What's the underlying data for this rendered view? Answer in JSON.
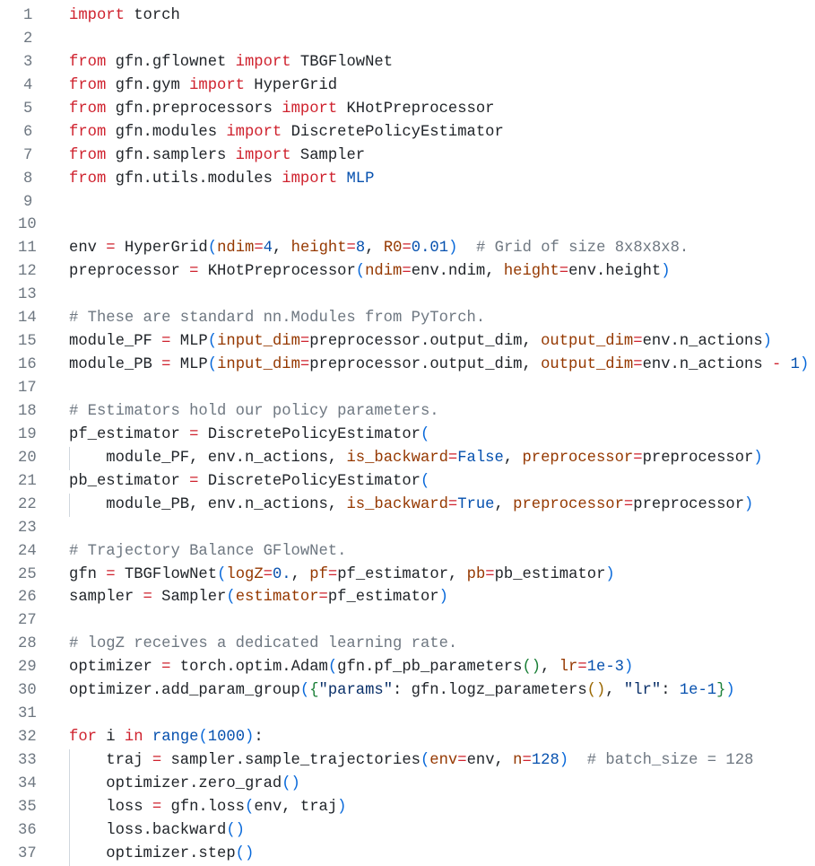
{
  "colors": {
    "keyword": "#cf222e",
    "param": "#953800",
    "number": "#0550ae",
    "comment": "#6e7781",
    "string": "#0a3069",
    "bracket1": "#0969da",
    "bracket2": "#1a7f37",
    "bracket3": "#9a6700"
  },
  "lines": [
    {
      "num": "1",
      "tokens": [
        [
          "kw",
          "import"
        ],
        [
          "n",
          " torch"
        ]
      ]
    },
    {
      "num": "2",
      "tokens": []
    },
    {
      "num": "3",
      "tokens": [
        [
          "kw",
          "from"
        ],
        [
          "n",
          " gfn.gflownet "
        ],
        [
          "kw",
          "import"
        ],
        [
          "n",
          " TBGFlowNet"
        ]
      ]
    },
    {
      "num": "4",
      "tokens": [
        [
          "kw",
          "from"
        ],
        [
          "n",
          " gfn.gym "
        ],
        [
          "kw",
          "import"
        ],
        [
          "n",
          " HyperGrid"
        ]
      ]
    },
    {
      "num": "5",
      "tokens": [
        [
          "kw",
          "from"
        ],
        [
          "n",
          " gfn.preprocessors "
        ],
        [
          "kw",
          "import"
        ],
        [
          "n",
          " KHotPreprocessor"
        ]
      ]
    },
    {
      "num": "6",
      "tokens": [
        [
          "kw",
          "from"
        ],
        [
          "n",
          " gfn.modules "
        ],
        [
          "kw",
          "import"
        ],
        [
          "n",
          " DiscretePolicyEstimator"
        ]
      ]
    },
    {
      "num": "7",
      "tokens": [
        [
          "kw",
          "from"
        ],
        [
          "n",
          " gfn.samplers "
        ],
        [
          "kw",
          "import"
        ],
        [
          "n",
          " Sampler"
        ]
      ]
    },
    {
      "num": "8",
      "tokens": [
        [
          "kw",
          "from"
        ],
        [
          "n",
          " gfn.utils.modules "
        ],
        [
          "kw",
          "import"
        ],
        [
          "n",
          " "
        ],
        [
          "num",
          "MLP"
        ]
      ]
    },
    {
      "num": "9",
      "tokens": []
    },
    {
      "num": "10",
      "tokens": []
    },
    {
      "num": "11",
      "tokens": [
        [
          "n",
          "env "
        ],
        [
          "op",
          "="
        ],
        [
          "n",
          " HyperGrid"
        ],
        [
          "b1",
          "("
        ],
        [
          "arg",
          "ndim"
        ],
        [
          "op",
          "="
        ],
        [
          "num",
          "4"
        ],
        [
          "n",
          ", "
        ],
        [
          "arg",
          "height"
        ],
        [
          "op",
          "="
        ],
        [
          "num",
          "8"
        ],
        [
          "n",
          ", "
        ],
        [
          "arg",
          "R0"
        ],
        [
          "op",
          "="
        ],
        [
          "num",
          "0.01"
        ],
        [
          "b1",
          ")"
        ],
        [
          "cm",
          "  # Grid of size 8x8x8x8."
        ]
      ]
    },
    {
      "num": "12",
      "tokens": [
        [
          "n",
          "preprocessor "
        ],
        [
          "op",
          "="
        ],
        [
          "n",
          " KHotPreprocessor"
        ],
        [
          "b1",
          "("
        ],
        [
          "arg",
          "ndim"
        ],
        [
          "op",
          "="
        ],
        [
          "n",
          "env.ndim, "
        ],
        [
          "arg",
          "height"
        ],
        [
          "op",
          "="
        ],
        [
          "n",
          "env.height"
        ],
        [
          "b1",
          ")"
        ]
      ]
    },
    {
      "num": "13",
      "tokens": []
    },
    {
      "num": "14",
      "tokens": [
        [
          "cm",
          "# These are standard nn.Modules from PyTorch."
        ]
      ]
    },
    {
      "num": "15",
      "tokens": [
        [
          "n",
          "module_PF "
        ],
        [
          "op",
          "="
        ],
        [
          "n",
          " MLP"
        ],
        [
          "b1",
          "("
        ],
        [
          "arg",
          "input_dim"
        ],
        [
          "op",
          "="
        ],
        [
          "n",
          "preprocessor.output_dim, "
        ],
        [
          "arg",
          "output_dim"
        ],
        [
          "op",
          "="
        ],
        [
          "n",
          "env.n_actions"
        ],
        [
          "b1",
          ")"
        ]
      ]
    },
    {
      "num": "16",
      "tokens": [
        [
          "n",
          "module_PB "
        ],
        [
          "op",
          "="
        ],
        [
          "n",
          " MLP"
        ],
        [
          "b1",
          "("
        ],
        [
          "arg",
          "input_dim"
        ],
        [
          "op",
          "="
        ],
        [
          "n",
          "preprocessor.output_dim, "
        ],
        [
          "arg",
          "output_dim"
        ],
        [
          "op",
          "="
        ],
        [
          "n",
          "env.n_actions "
        ],
        [
          "op",
          "-"
        ],
        [
          "n",
          " "
        ],
        [
          "num",
          "1"
        ],
        [
          "b1",
          ")"
        ]
      ]
    },
    {
      "num": "17",
      "tokens": []
    },
    {
      "num": "18",
      "tokens": [
        [
          "cm",
          "# Estimators hold our policy parameters."
        ]
      ]
    },
    {
      "num": "19",
      "tokens": [
        [
          "n",
          "pf_estimator "
        ],
        [
          "op",
          "="
        ],
        [
          "n",
          " DiscretePolicyEstimator"
        ],
        [
          "b1",
          "("
        ]
      ]
    },
    {
      "num": "20",
      "guide": true,
      "tokens": [
        [
          "n",
          "    module_PF, env.n_actions, "
        ],
        [
          "arg",
          "is_backward"
        ],
        [
          "op",
          "="
        ],
        [
          "num",
          "False"
        ],
        [
          "n",
          ", "
        ],
        [
          "arg",
          "preprocessor"
        ],
        [
          "op",
          "="
        ],
        [
          "n",
          "preprocessor"
        ],
        [
          "b1",
          ")"
        ]
      ]
    },
    {
      "num": "21",
      "tokens": [
        [
          "n",
          "pb_estimator "
        ],
        [
          "op",
          "="
        ],
        [
          "n",
          " DiscretePolicyEstimator"
        ],
        [
          "b1",
          "("
        ]
      ]
    },
    {
      "num": "22",
      "guide": true,
      "tokens": [
        [
          "n",
          "    module_PB, env.n_actions, "
        ],
        [
          "arg",
          "is_backward"
        ],
        [
          "op",
          "="
        ],
        [
          "num",
          "True"
        ],
        [
          "n",
          ", "
        ],
        [
          "arg",
          "preprocessor"
        ],
        [
          "op",
          "="
        ],
        [
          "n",
          "preprocessor"
        ],
        [
          "b1",
          ")"
        ]
      ]
    },
    {
      "num": "23",
      "tokens": []
    },
    {
      "num": "24",
      "tokens": [
        [
          "cm",
          "# Trajectory Balance GFlowNet."
        ]
      ]
    },
    {
      "num": "25",
      "tokens": [
        [
          "n",
          "gfn "
        ],
        [
          "op",
          "="
        ],
        [
          "n",
          " TBGFlowNet"
        ],
        [
          "b1",
          "("
        ],
        [
          "arg",
          "logZ"
        ],
        [
          "op",
          "="
        ],
        [
          "num",
          "0."
        ],
        [
          "n",
          ", "
        ],
        [
          "arg",
          "pf"
        ],
        [
          "op",
          "="
        ],
        [
          "n",
          "pf_estimator, "
        ],
        [
          "arg",
          "pb"
        ],
        [
          "op",
          "="
        ],
        [
          "n",
          "pb_estimator"
        ],
        [
          "b1",
          ")"
        ]
      ]
    },
    {
      "num": "26",
      "tokens": [
        [
          "n",
          "sampler "
        ],
        [
          "op",
          "="
        ],
        [
          "n",
          " Sampler"
        ],
        [
          "b1",
          "("
        ],
        [
          "arg",
          "estimator"
        ],
        [
          "op",
          "="
        ],
        [
          "n",
          "pf_estimator"
        ],
        [
          "b1",
          ")"
        ]
      ]
    },
    {
      "num": "27",
      "tokens": []
    },
    {
      "num": "28",
      "tokens": [
        [
          "cm",
          "# logZ receives a dedicated learning rate."
        ]
      ]
    },
    {
      "num": "29",
      "tokens": [
        [
          "n",
          "optimizer "
        ],
        [
          "op",
          "="
        ],
        [
          "n",
          " torch.optim.Adam"
        ],
        [
          "b1",
          "("
        ],
        [
          "n",
          "gfn.pf_pb_parameters"
        ],
        [
          "b2",
          "()"
        ],
        [
          "n",
          ", "
        ],
        [
          "arg",
          "lr"
        ],
        [
          "op",
          "="
        ],
        [
          "num",
          "1e-3"
        ],
        [
          "b1",
          ")"
        ]
      ]
    },
    {
      "num": "30",
      "tokens": [
        [
          "n",
          "optimizer.add_param_group"
        ],
        [
          "b1",
          "("
        ],
        [
          "b2",
          "{"
        ],
        [
          "str",
          "\"params\""
        ],
        [
          "n",
          ": gfn.logz_parameters"
        ],
        [
          "b3",
          "()"
        ],
        [
          "n",
          ", "
        ],
        [
          "str",
          "\"lr\""
        ],
        [
          "n",
          ": "
        ],
        [
          "num",
          "1e-1"
        ],
        [
          "b2",
          "}"
        ],
        [
          "b1",
          ")"
        ]
      ]
    },
    {
      "num": "31",
      "tokens": []
    },
    {
      "num": "32",
      "tokens": [
        [
          "kw",
          "for"
        ],
        [
          "n",
          " i "
        ],
        [
          "kw",
          "in"
        ],
        [
          "n",
          " "
        ],
        [
          "num",
          "range"
        ],
        [
          "b1",
          "("
        ],
        [
          "num",
          "1000"
        ],
        [
          "b1",
          ")"
        ],
        [
          "n",
          ":"
        ]
      ]
    },
    {
      "num": "33",
      "guide": true,
      "tokens": [
        [
          "n",
          "    traj "
        ],
        [
          "op",
          "="
        ],
        [
          "n",
          " sampler.sample_trajectories"
        ],
        [
          "b1",
          "("
        ],
        [
          "arg",
          "env"
        ],
        [
          "op",
          "="
        ],
        [
          "n",
          "env, "
        ],
        [
          "arg",
          "n"
        ],
        [
          "op",
          "="
        ],
        [
          "num",
          "128"
        ],
        [
          "b1",
          ")"
        ],
        [
          "cm",
          "  # batch_size = 128"
        ]
      ]
    },
    {
      "num": "34",
      "guide": true,
      "tokens": [
        [
          "n",
          "    optimizer.zero_grad"
        ],
        [
          "b1",
          "()"
        ]
      ]
    },
    {
      "num": "35",
      "guide": true,
      "tokens": [
        [
          "n",
          "    loss "
        ],
        [
          "op",
          "="
        ],
        [
          "n",
          " gfn.loss"
        ],
        [
          "b1",
          "("
        ],
        [
          "n",
          "env, traj"
        ],
        [
          "b1",
          ")"
        ]
      ]
    },
    {
      "num": "36",
      "guide": true,
      "tokens": [
        [
          "n",
          "    loss.backward"
        ],
        [
          "b1",
          "()"
        ]
      ]
    },
    {
      "num": "37",
      "guide": true,
      "tokens": [
        [
          "n",
          "    optimizer.step"
        ],
        [
          "b1",
          "()"
        ]
      ]
    }
  ]
}
